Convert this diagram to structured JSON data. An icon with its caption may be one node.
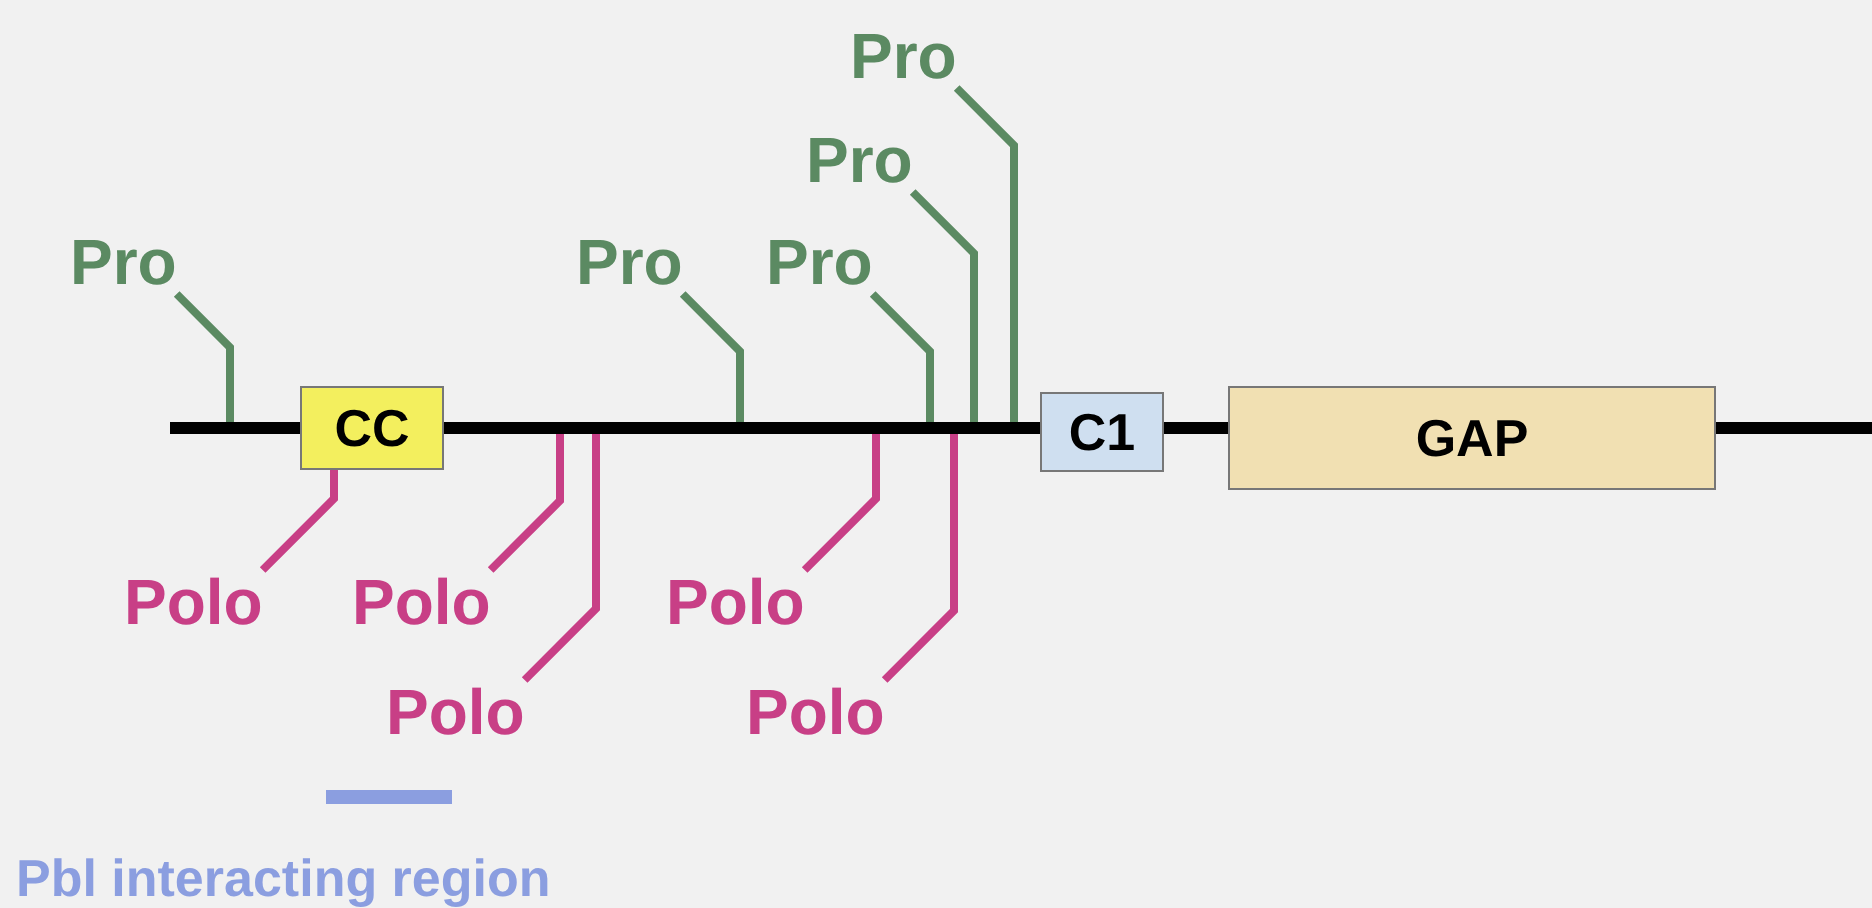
{
  "diagram": {
    "nodes": [
      {
        "text": [],
        "shape": "bar"
      },
      {
        "text": [
          "CC"
        ]
      },
      {
        "text": [
          "C1"
        ]
      },
      {
        "text": [
          "GAP"
        ]
      },
      {
        "text": [
          "Pro"
        ]
      },
      {
        "text": [
          "Pro"
        ]
      },
      {
        "text": [
          "Pro"
        ]
      },
      {
        "text": [
          "Pro"
        ]
      },
      {
        "text": [
          "Pro"
        ]
      },
      {
        "text": [
          "Polo"
        ]
      },
      {
        "text": [
          "Polo"
        ]
      },
      {
        "text": [
          "Polo"
        ]
      },
      {
        "text": [
          "Polo"
        ]
      },
      {
        "text": [
          "Polo"
        ]
      }
    ],
    "edges": [
      {
        "from": 4,
        "to": 0,
        "arrow": "none",
        "color": "#5b8a62"
      },
      {
        "from": 5,
        "to": 0,
        "arrow": "none",
        "color": "#5b8a62"
      },
      {
        "from": 6,
        "to": 0,
        "arrow": "none",
        "color": "#5b8a62"
      },
      {
        "from": 7,
        "to": 0,
        "arrow": "none",
        "color": "#5b8a62"
      },
      {
        "from": 8,
        "to": 0,
        "arrow": "none",
        "color": "#5b8a62"
      },
      {
        "from": 9,
        "to": 1,
        "arrow": "none",
        "color": "#c83f86"
      },
      {
        "from": 10,
        "to": 0,
        "arrow": "none",
        "color": "#c83f86"
      },
      {
        "from": 11,
        "to": 0,
        "arrow": "none",
        "color": "#c83f86"
      },
      {
        "from": 12,
        "to": 0,
        "arrow": "none",
        "color": "#c83f86"
      },
      {
        "from": 13,
        "to": 0,
        "arrow": "none",
        "color": "#c83f86"
      }
    ],
    "legend": [
      {
        "text": "Pbl interacting region",
        "color": "#8b9ee0"
      }
    ]
  }
}
